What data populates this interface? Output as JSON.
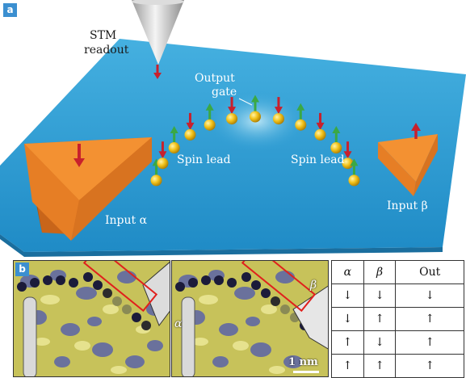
{
  "panel_a": {
    "badge": "a",
    "labels": {
      "stm": "STM",
      "readout": "readout",
      "output": "Output",
      "gate": "gate",
      "spin_lead_left": "Spin lead",
      "spin_lead_right": "Spin lead",
      "input_alpha": "Input α",
      "input_beta": "Input β"
    },
    "colors": {
      "surface": "#2f9fd6",
      "input_block": "#f08a28",
      "atom": "#f2c21a",
      "spin_up": "#3aa845",
      "spin_down": "#c8202c"
    },
    "spin_chain": [
      "up",
      "down",
      "up",
      "down",
      "up",
      "down",
      "up",
      "down",
      "up",
      "down",
      "up",
      "down",
      "up"
    ]
  },
  "panel_b": {
    "badge": "b",
    "image1": {
      "input_label": ""
    },
    "image2": {
      "alpha_label": "α",
      "beta_label": "β",
      "scale_label": "1 nm"
    },
    "truth_table": {
      "headers": [
        "α",
        "β",
        "Out"
      ],
      "rows": [
        [
          "↓",
          "↓",
          "↓"
        ],
        [
          "↓",
          "↑",
          "↑"
        ],
        [
          "↑",
          "↓",
          "↑"
        ],
        [
          "↑",
          "↑",
          "↑"
        ]
      ]
    }
  }
}
